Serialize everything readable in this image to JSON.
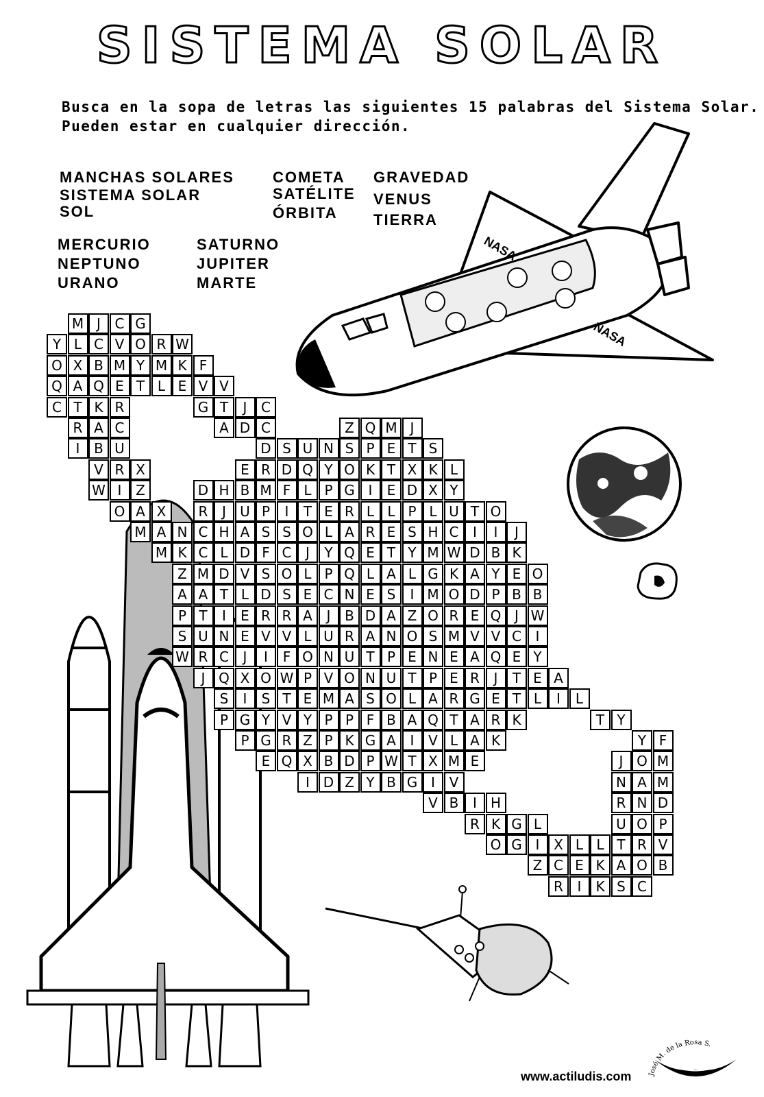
{
  "title": "SISTEMA SOLAR",
  "instructions": [
    "Busca en la sopa de letras las siguientes 15 palabras del Sistema Solar.",
    "Pueden estar en cualquier dirección."
  ],
  "word_groups": [
    [
      "MANCHAS SOLARES",
      "SISTEMA SOLAR",
      "SOL"
    ],
    [
      "COMETA",
      "SATÉLITE",
      "ÓRBITA"
    ],
    [
      "GRAVEDAD",
      "VENUS",
      "TIERRA"
    ],
    [
      "MERCURIO",
      "NEPTUNO",
      "URANO"
    ],
    [
      "SATURNO",
      "JUPITER",
      "MARTE"
    ]
  ],
  "illustration_labels": {
    "shuttle_wing_top": "NASA",
    "shuttle_wing_bottom": "NASA"
  },
  "grid_rows": [
    {
      "start": 3,
      "segments": [
        "MJCG"
      ]
    },
    {
      "start": 2,
      "segments": [
        "YLCVORW"
      ]
    },
    {
      "start": 2,
      "segments": [
        "OXBMYMKF"
      ]
    },
    {
      "start": 2,
      "segments": [
        "QAQETLEVV"
      ]
    },
    {
      "start": 2,
      "segments": [
        "CTKR",
        "   GTJC"
      ]
    },
    {
      "start": 3,
      "segments": [
        "RAC",
        "    ADC",
        "   ZQMJ"
      ]
    },
    {
      "start": 3,
      "segments": [
        "IBU",
        "      DSUNSPETS"
      ]
    },
    {
      "start": 4,
      "segments": [
        "VRX",
        "    ERDQYOKTXKL"
      ]
    },
    {
      "start": 4,
      "segments": [
        "WIZ",
        "  DHBMFLPGIEDXY"
      ]
    },
    {
      "start": 5,
      "segments": [
        "OAX",
        " RJUPITERLLPLUTO"
      ]
    },
    {
      "start": 6,
      "segments": [
        "MANCHASSOLARESHCIIJ"
      ]
    },
    {
      "start": 7,
      "segments": [
        "MKCLDFCJYQETYMWDBK"
      ]
    },
    {
      "start": 8,
      "segments": [
        "ZMDVSOLPQLALGKAYEO"
      ]
    },
    {
      "start": 8,
      "segments": [
        "AATLDSECNESIMODPBB"
      ]
    },
    {
      "start": 8,
      "segments": [
        "PTIERRAJBDAZOREQJW"
      ]
    },
    {
      "start": 8,
      "segments": [
        "SUNEVVLURANOSMVVCI"
      ]
    },
    {
      "start": 8,
      "segments": [
        "WRCJIFONUTPENEAQEY"
      ]
    },
    {
      "start": 9,
      "segments": [
        "JQXOWPVONUTPERJTEA"
      ]
    },
    {
      "start": 10,
      "segments": [
        "SISTEMASOLARGETLIL"
      ]
    },
    {
      "start": 10,
      "segments": [
        "PGYVYPPFBAQTARK",
        "   TY"
      ]
    },
    {
      "start": 11,
      "segments": [
        "PGRZPKGAIVLAK",
        "      YF"
      ]
    },
    {
      "start": 12,
      "segments": [
        "EQXBDPWTXME",
        "      JOM"
      ]
    },
    {
      "start": 14,
      "segments": [
        "IDZYBGIV",
        "       NAM"
      ]
    },
    {
      "start": 20,
      "segments": [
        "VBIH",
        "     RND"
      ]
    },
    {
      "start": 22,
      "segments": [
        "RKGL",
        "   UOP"
      ]
    },
    {
      "start": 23,
      "segments": [
        "OGIXLLTRV"
      ]
    },
    {
      "start": 25,
      "segments": [
        "ZCEKAOB"
      ]
    },
    {
      "start": 26,
      "segments": [
        "RIKSC"
      ]
    }
  ],
  "footer": {
    "url": "www.actiludis.com",
    "signature": "José M. de la Rosa S."
  }
}
